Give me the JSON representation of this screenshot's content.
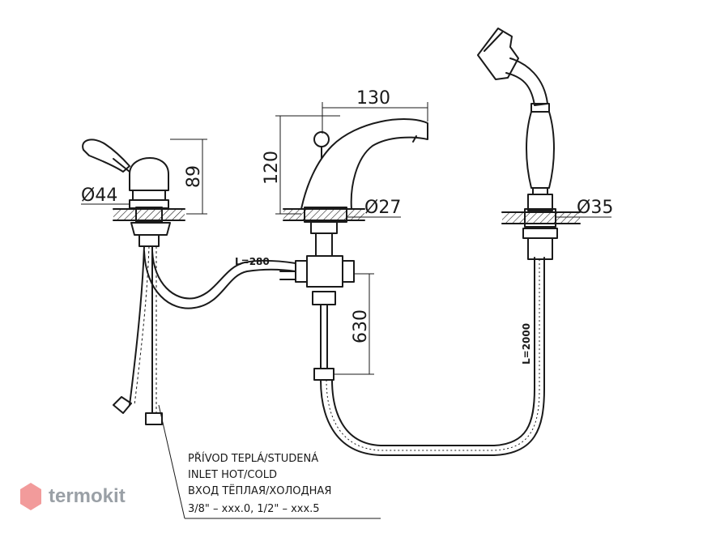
{
  "dimensions": {
    "width_130": "130",
    "height_120": "120",
    "height_89": "89",
    "dia_44": "Ø44",
    "dia_27": "Ø27",
    "dia_35": "Ø35",
    "len_630": "630"
  },
  "hoses": {
    "connector_length": "L=280",
    "shower_hose_length": "L=2000"
  },
  "note": {
    "line1": "PŘÍVOD TEPLÁ/STUDENÁ",
    "line2": "INLET HOT/COLD",
    "line3": "ВХОД ТЁПЛАЯ/ХОЛОДНАЯ",
    "line4": "3/8\" – xxx.0, 1/2\" – xxx.5"
  },
  "watermark": {
    "text": "termokit",
    "logo_color": "#f08a8a",
    "text_color": "#9aa0a6"
  }
}
